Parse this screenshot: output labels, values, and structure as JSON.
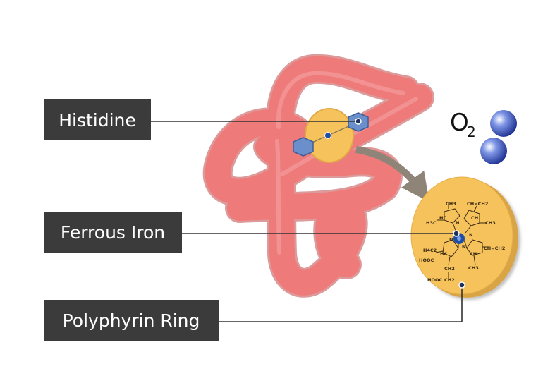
{
  "labels": {
    "histidine": "Histidine",
    "ferrous_iron": "Ferrous Iron",
    "porphyrin_ring": "Polyphyrin Ring"
  },
  "oxygen": {
    "symbol": "O",
    "subscript": "2"
  },
  "heme_structure": {
    "ch3_top": "CH3",
    "ch_ch2_top": "CH=CH2",
    "h3c_left": "H3C",
    "hc_upper": "HC",
    "ch_upper": "CH",
    "ch3_right": "CH3",
    "n_top": "N",
    "n_left": "N",
    "n_right": "N",
    "n_bottom": "N",
    "ch_ch2_right": "CH=CH2",
    "h4c2_left": "H4C2",
    "hc_lower": "HC",
    "ch_lower": "CH",
    "hooc_left": "HOOC",
    "ch3_bottom": "CH3",
    "ch2_bottom": "CH2",
    "hooc_bottom": "HOOC",
    "ch2_bottom2": "CH2"
  },
  "colors": {
    "protein": "#ee7a7a",
    "heme": "#f6c25c",
    "label_bg": "#3b3b3b",
    "histidine": "#6a8fcb",
    "iron": "#1f4ea8",
    "oxygen": "#3a56c4"
  }
}
